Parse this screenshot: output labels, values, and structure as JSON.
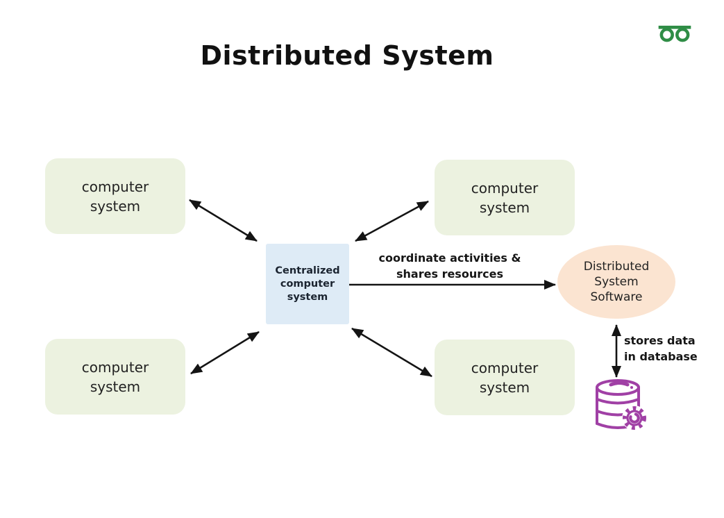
{
  "title": "Distributed System",
  "logo": {
    "name": "GeeksforGeeks",
    "color": "#2f8d46"
  },
  "colors": {
    "computer_box_fill": "#ecf2e0",
    "central_box_fill": "#deebf6",
    "software_ellipse_fill": "#fbe4d1",
    "database_icon": "#a040a5",
    "arrow": "#141414",
    "logo": "#2f8d46",
    "text": "#1c1c1c"
  },
  "nodes": {
    "computer_top_left": {
      "label": "computer\nsystem"
    },
    "computer_top_right": {
      "label": "computer\nsystem"
    },
    "computer_bottom_left": {
      "label": "computer\nsystem"
    },
    "computer_bottom_right": {
      "label": "computer\nsystem"
    },
    "central": {
      "label": "Centralized\ncomputer\nsystem"
    },
    "software": {
      "label": "Distributed\nSystem\nSoftware"
    }
  },
  "edge_labels": {
    "coordinate": "coordinate activities &\nshares resources",
    "stores": "stores data\nin database"
  }
}
